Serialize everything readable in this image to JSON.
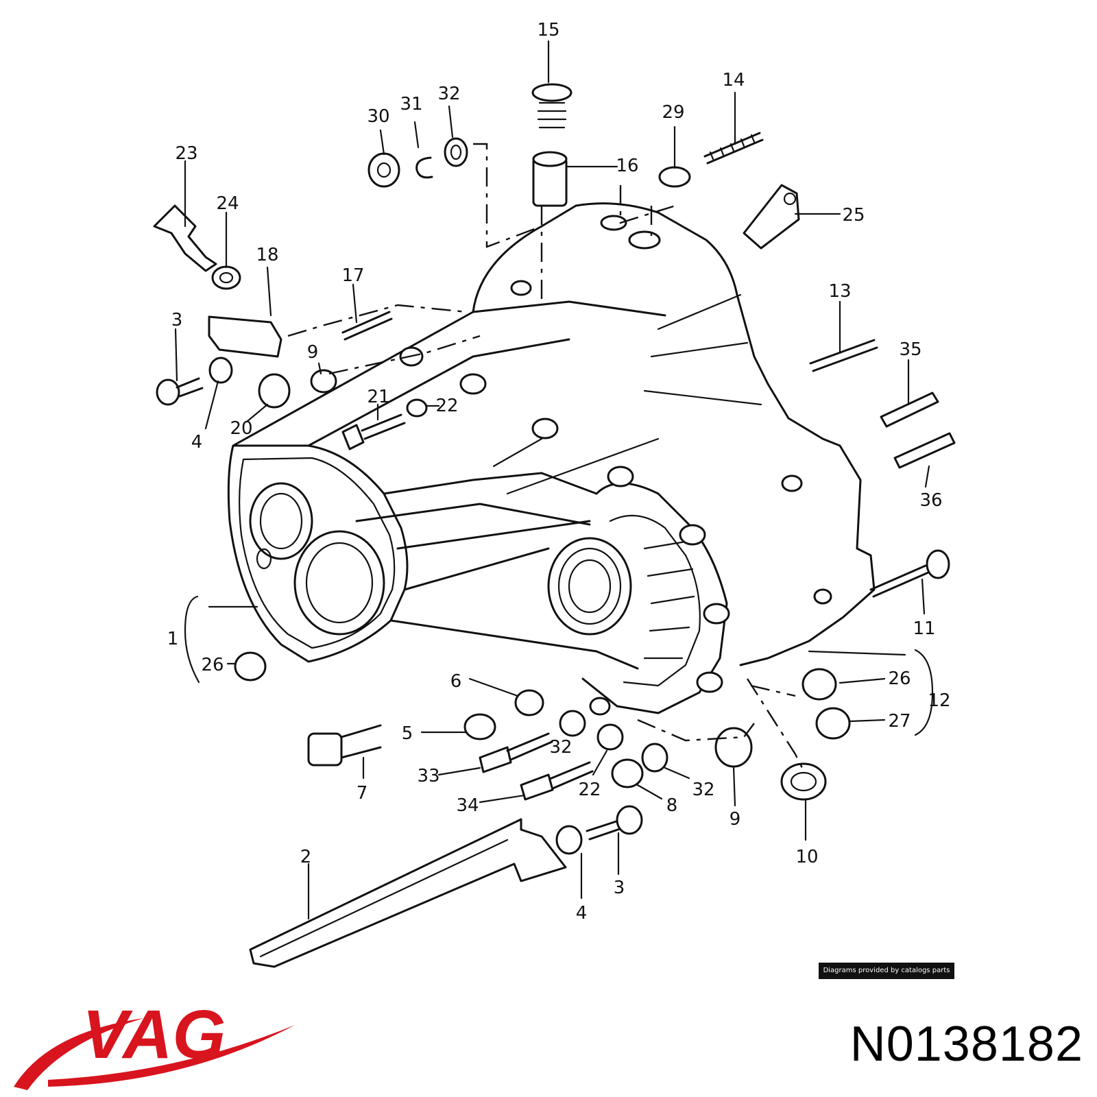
{
  "diagram": {
    "callouts": [
      "15",
      "30",
      "31",
      "32",
      "14",
      "29",
      "23",
      "24",
      "16",
      "25",
      "18",
      "17",
      "3",
      "13",
      "35",
      "9",
      "4",
      "20",
      "21",
      "22",
      "36",
      "11",
      "1",
      "26",
      "6",
      "26",
      "12",
      "5",
      "27",
      "7",
      "33",
      "32",
      "22",
      "8",
      "32",
      "34",
      "9",
      "10",
      "2",
      "3",
      "4"
    ]
  },
  "credit": "Diagrams provided by catalogs parts",
  "brand": {
    "logo_text": "VAG",
    "logo_color": "#d8141e"
  },
  "part_number": "N0138182"
}
